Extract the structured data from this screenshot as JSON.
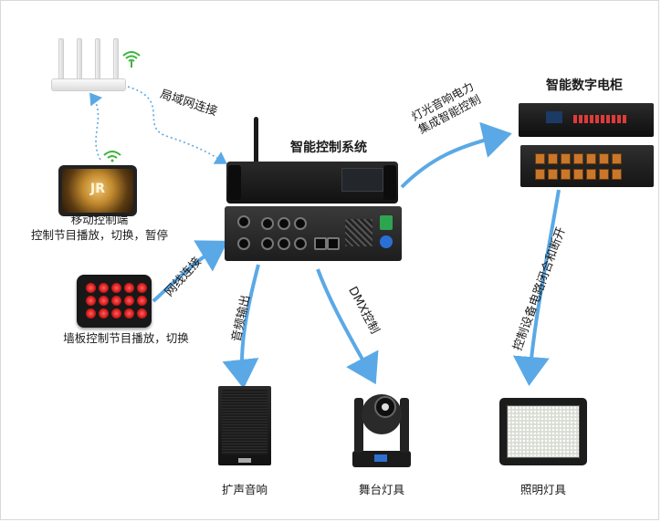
{
  "labels": {
    "lan": "局域网连接",
    "controller": "智能控制系统",
    "cabinet": "智能数字电柜",
    "integration_line1": "灯光音响电力",
    "integration_line2": "集成智能控制",
    "mobile_line1": "移动控制端",
    "mobile_line2": "控制节目播放，切换，暂停",
    "wire": "网线连接",
    "wallpanel": "墙板控制节目播放，切换",
    "audio_out": "音频输出",
    "dmx": "DMX控制",
    "circuit": "控制设备电路闭合和断开",
    "speaker": "扩声音响",
    "stage_light": "舞台灯具",
    "lighting": "照明灯具"
  },
  "device_text": {
    "tablet_logo": "JR"
  },
  "colors": {
    "arrow": "#5aa9e6",
    "wifi": "#3cb53c"
  },
  "icons": [
    "wifi-icon",
    "router-icon",
    "tablet-icon",
    "wall-panel-icon",
    "controller-icon",
    "cabinet-icon",
    "speaker-icon",
    "moving-head-light-icon",
    "floodlight-icon"
  ]
}
